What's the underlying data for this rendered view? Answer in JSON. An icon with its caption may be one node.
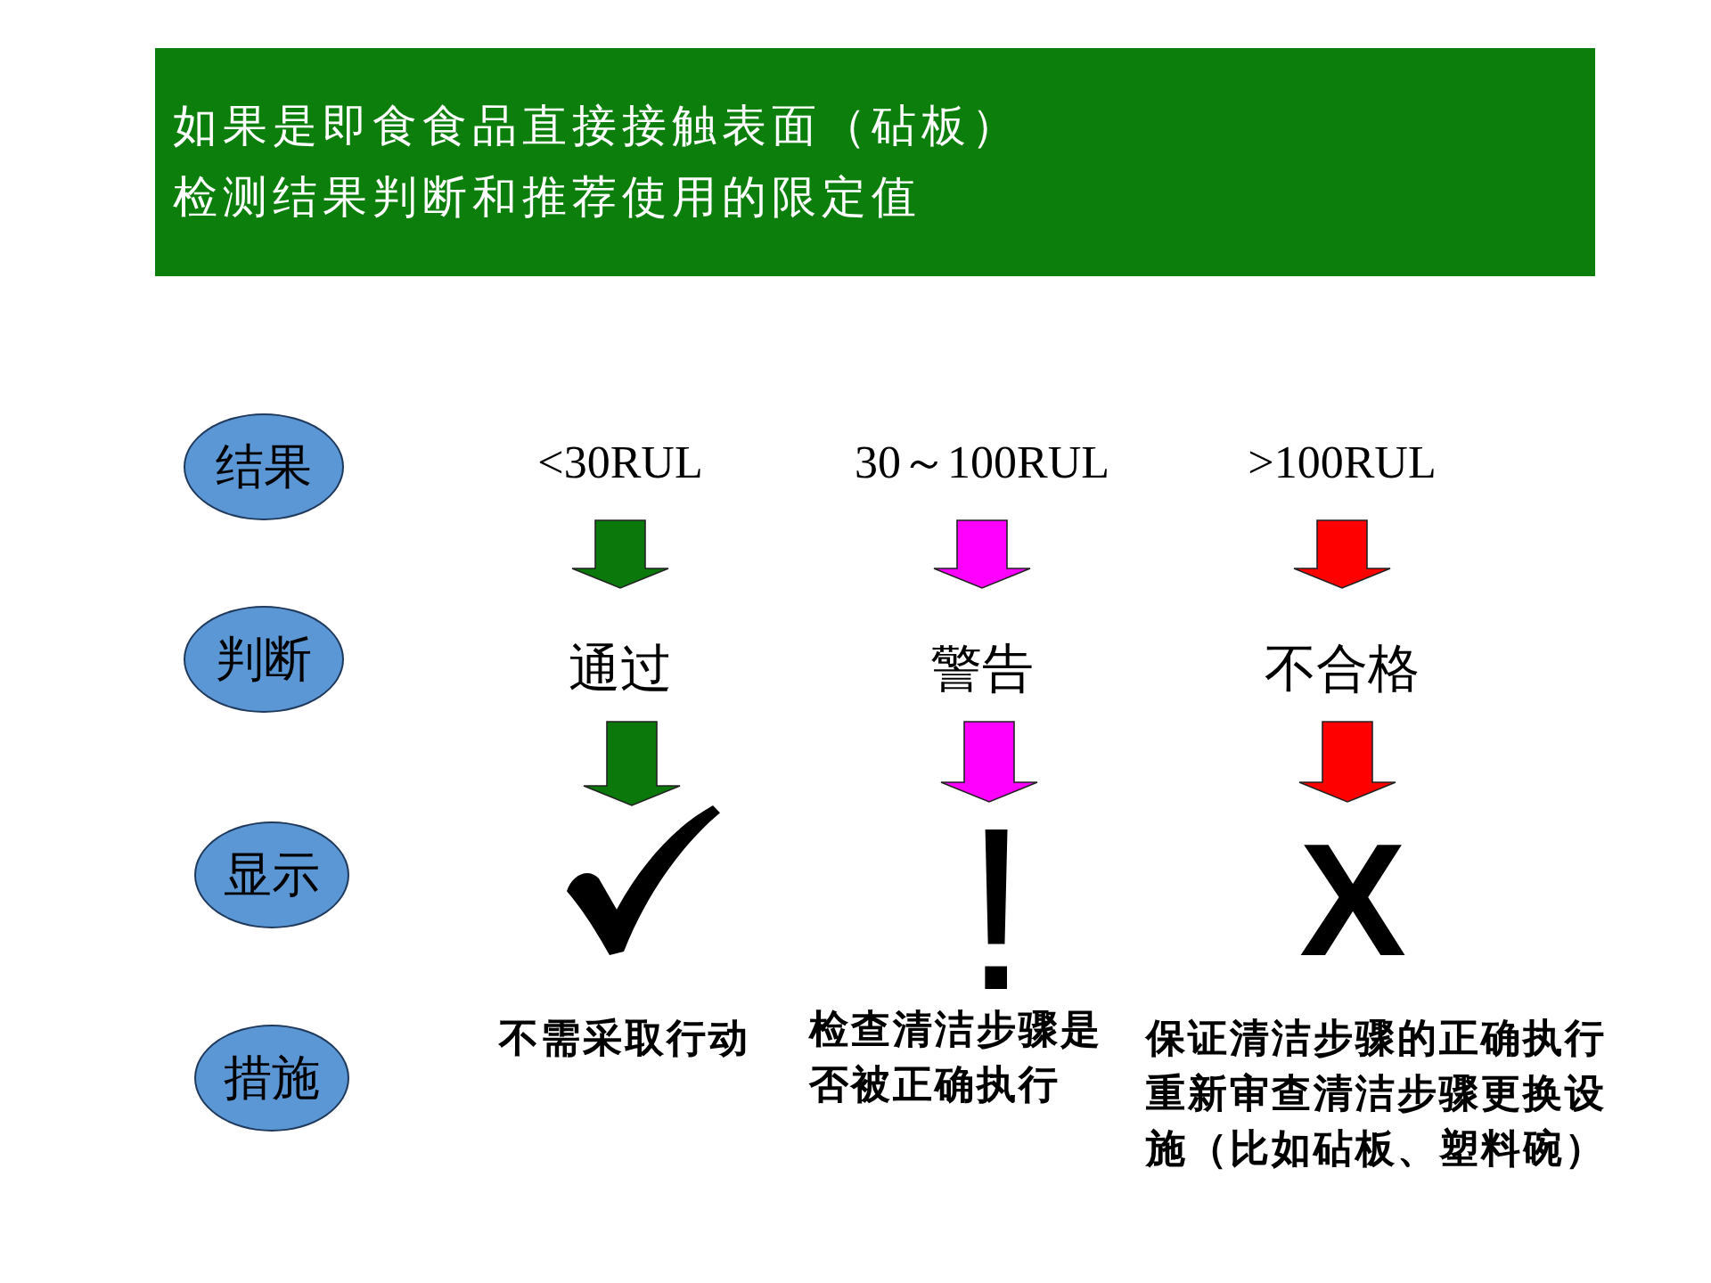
{
  "diagram": {
    "nodes": [
      {
        "text": [
          "如果是即食食品直接接触表面（砧板）",
          "检测结果判断和推荐使用的限定值"
        ]
      },
      {
        "text": [
          "结果"
        ]
      },
      {
        "text": [
          "<30RUL"
        ]
      },
      {
        "text": [
          "30～100RUL"
        ]
      },
      {
        "text": [
          ">100RUL"
        ]
      },
      {
        "text": [
          "判断"
        ]
      },
      {
        "text": [
          "通过"
        ]
      },
      {
        "text": [
          "警告"
        ]
      },
      {
        "text": [
          "不合格"
        ]
      },
      {
        "text": [
          "显示"
        ]
      },
      {
        "text": [],
        "shape": "checkmark"
      },
      {
        "text": [
          "!"
        ]
      },
      {
        "text": [
          "X"
        ]
      },
      {
        "text": [
          "措施"
        ]
      }
    ],
    "edges": [
      {
        "from": 2,
        "to": 6,
        "arrow": "to",
        "color": "#0b780b"
      },
      {
        "from": 3,
        "to": 7,
        "arrow": "to",
        "color": "#ff00ff"
      },
      {
        "from": 4,
        "to": 8,
        "arrow": "to",
        "color": "#ff0000"
      },
      {
        "from": 6,
        "to": 10,
        "arrow": "to",
        "color": "#0b780b"
      },
      {
        "from": 7,
        "to": 11,
        "arrow": "to",
        "color": "#ff00ff"
      },
      {
        "from": 8,
        "to": 12,
        "arrow": "to",
        "color": "#ff0000"
      }
    ],
    "labels": [
      "不需采取行动",
      "检查清洁步骤是否被正确执行",
      "保证清洁步骤的正确执行重新审查清洁步骤更换设施（比如砧板、塑料碗）"
    ]
  }
}
